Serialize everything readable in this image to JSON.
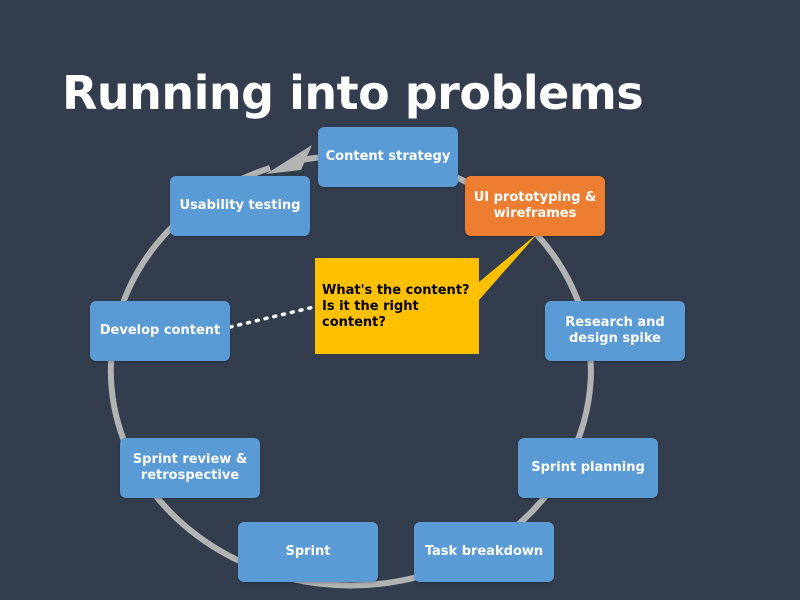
{
  "title": "Running into problems",
  "colors": {
    "background": "#333d4d",
    "node": "#5b9bd5",
    "highlight_node": "#ed7d31",
    "callout": "#ffc000",
    "cycle_ring": "#b3b3b3",
    "title_text": "#ffffff"
  },
  "cycle": {
    "steps": [
      {
        "label": "Content strategy",
        "highlighted": false
      },
      {
        "label": "UI prototyping &\nwireframes",
        "highlighted": true
      },
      {
        "label": "Research and\ndesign spike",
        "highlighted": false
      },
      {
        "label": "Sprint planning",
        "highlighted": false
      },
      {
        "label": "Task breakdown",
        "highlighted": false
      },
      {
        "label": "Sprint",
        "highlighted": false
      },
      {
        "label": "Sprint review &\nretrospective",
        "highlighted": false
      },
      {
        "label": "Develop content",
        "highlighted": false
      },
      {
        "label": "Usability testing",
        "highlighted": false
      }
    ],
    "direction": "clockwise"
  },
  "callout": {
    "text": "What's the content?\nIs it the right\ncontent?"
  }
}
